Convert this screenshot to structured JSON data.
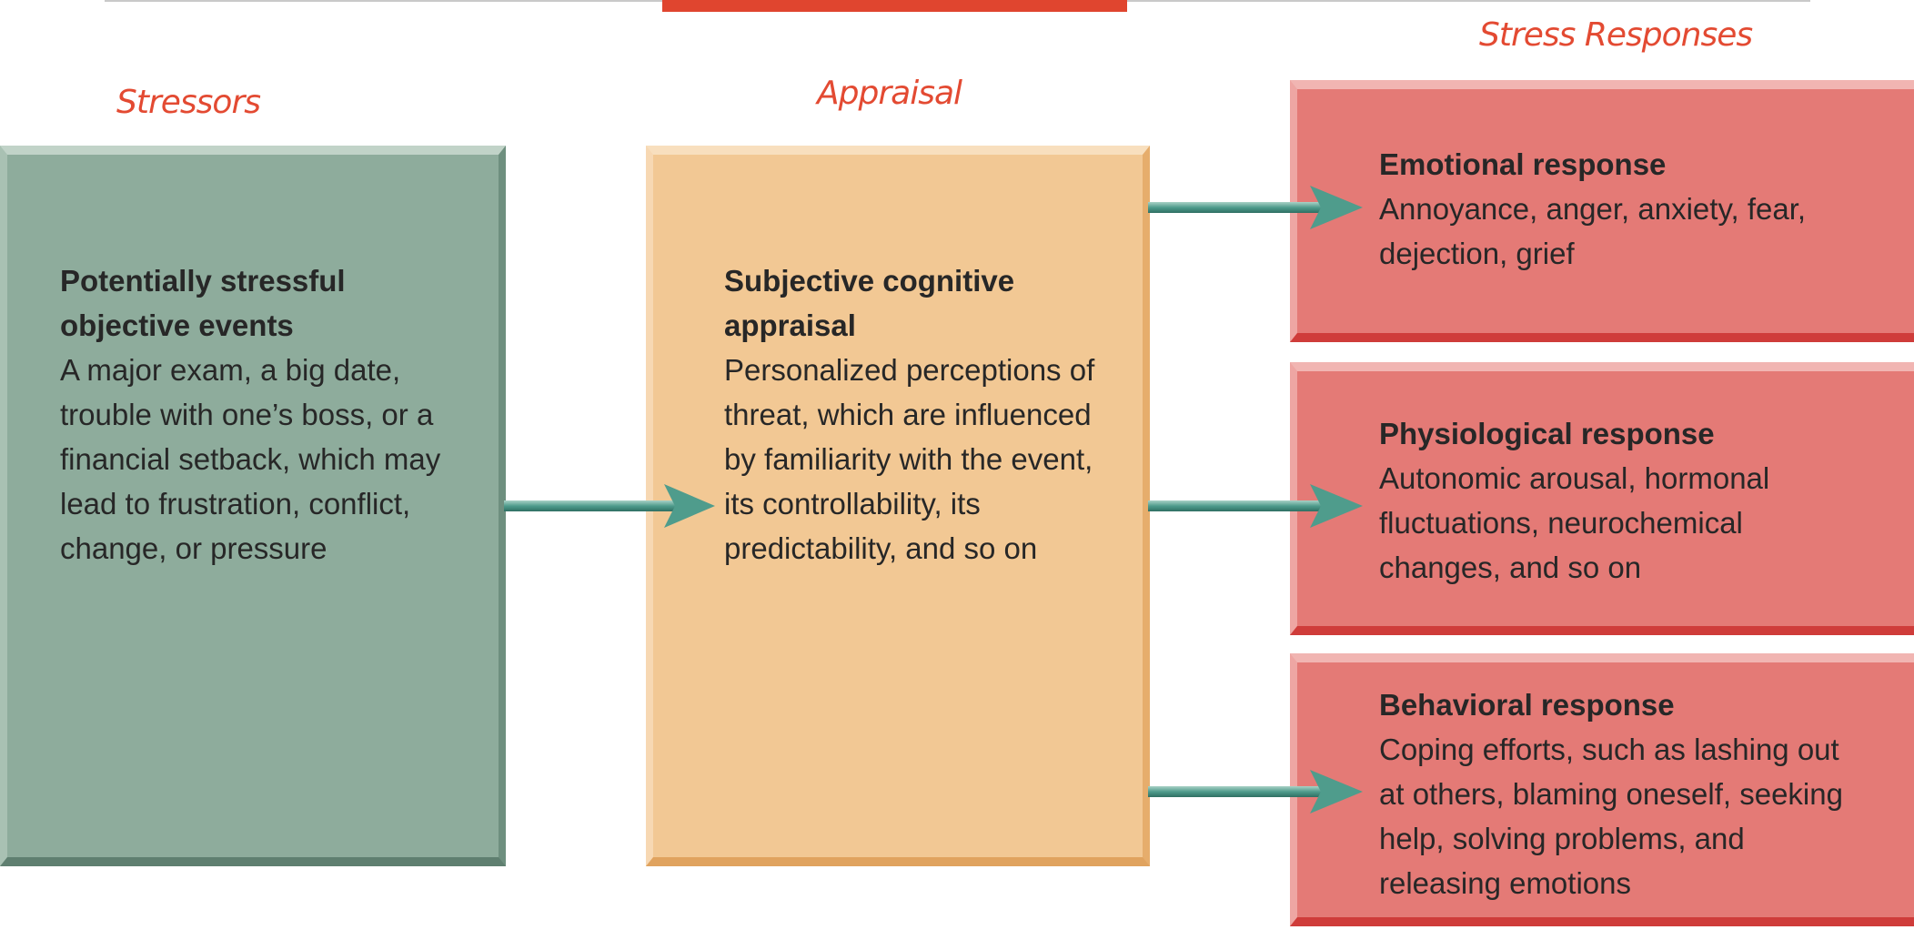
{
  "headings": {
    "stressors": "Stressors",
    "appraisal": "Appraisal",
    "responses": "Stress Responses"
  },
  "stressors_box": {
    "title": "Potentially stressful objective events",
    "body": "A major exam, a big date, trouble with one’s boss, or a financial setback, which may lead to frustration, conflict, change, or pressure"
  },
  "appraisal_box": {
    "title": "Subjective cognitive appraisal",
    "body": "Personalized perceptions of threat, which are influenced by familiarity with the event, its controllability, its predictability, and so on"
  },
  "responses": [
    {
      "title": "Emotional response",
      "body": "Annoyance, anger, anxiety, fear, dejection, grief"
    },
    {
      "title": "Physiological response",
      "body": "Autonomic arousal, hormonal fluctuations, neurochemical changes, and so on"
    },
    {
      "title": "Behavioral response",
      "body": "Coping efforts, such as lashing out at others, blaming oneself, seeking help, solving problems, and releasing emotions"
    }
  ],
  "colors": {
    "heading": "#e34a32",
    "stressors_fill": "#8eac9c",
    "appraisal_fill": "#f2c894",
    "response_fill": "#e47a76",
    "arrow": "#4f9c8c"
  }
}
